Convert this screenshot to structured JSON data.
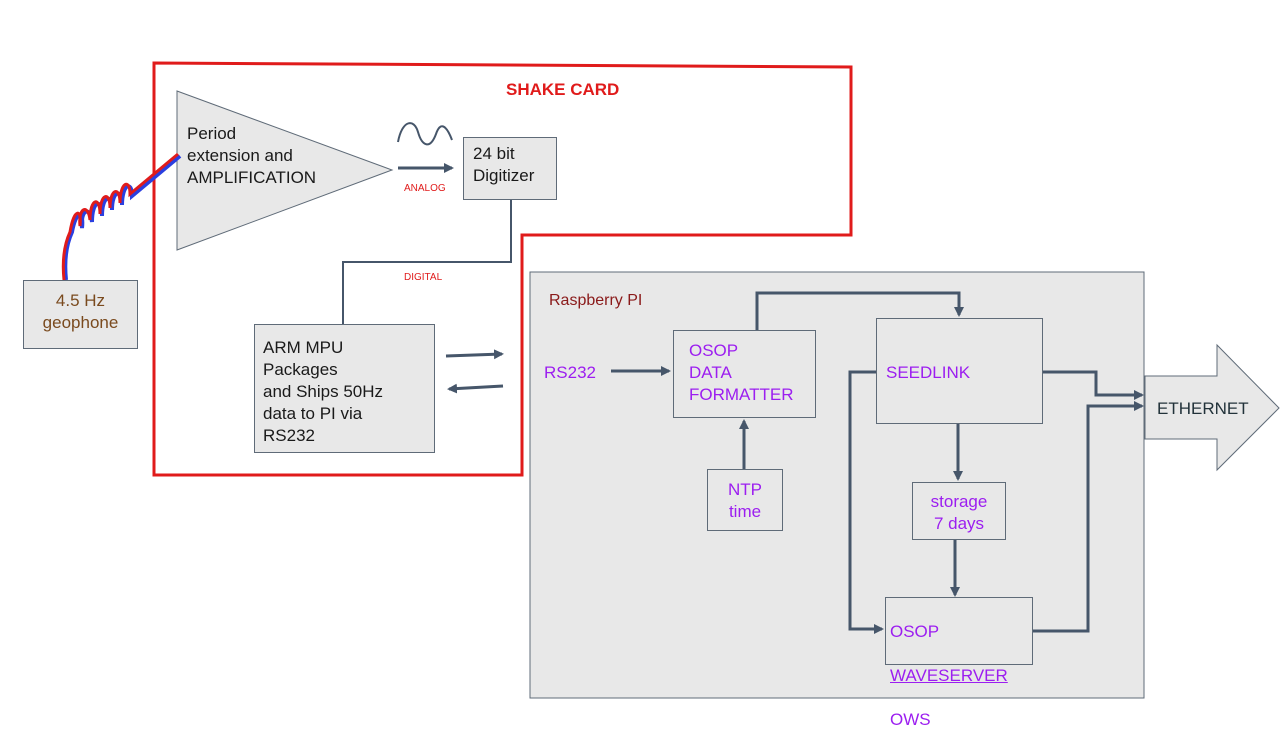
{
  "shake_card": {
    "title": "SHAKE CARD"
  },
  "amplifier": {
    "label": "Period\nextension and\nAMPLIFICATION"
  },
  "digitizer": {
    "label": "24 bit\nDigitizer"
  },
  "signals": {
    "analog": "ANALOG",
    "digital": "DIGITAL"
  },
  "geophone": {
    "label": "4.5 Hz\ngeophone"
  },
  "arm_mpu": {
    "label": "ARM MPU\nPackages\nand Ships 50Hz\ndata to PI via\nRS232"
  },
  "raspberry_pi": {
    "title": "Raspberry PI",
    "rs232": "RS232",
    "formatter": "OSOP\nDATA\nFORMATTER",
    "ntp": "NTP\ntime",
    "seedlink": "SEEDLINK",
    "storage": "storage\n7 days",
    "waveserver": {
      "line1": "OSOP",
      "line2": "WAVESERVER",
      "line3": "OWS"
    }
  },
  "ethernet": {
    "label": "ETHERNET"
  },
  "colors": {
    "shake_card_border": "#e01b1b",
    "connector": "#46566a",
    "box_fill": "#e8e8e8",
    "pi_text": "#9c1ef0",
    "cable_red": "#e01b1b",
    "cable_blue": "#2a3fe0"
  }
}
